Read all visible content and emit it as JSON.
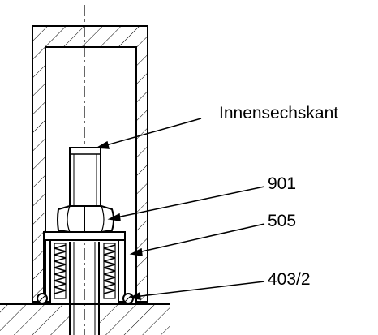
{
  "labels": {
    "hex_socket": "Innensechskant",
    "part_901": "901",
    "part_505": "505",
    "part_403": "403/2"
  },
  "colors": {
    "line": "#000000",
    "background": "#ffffff"
  }
}
